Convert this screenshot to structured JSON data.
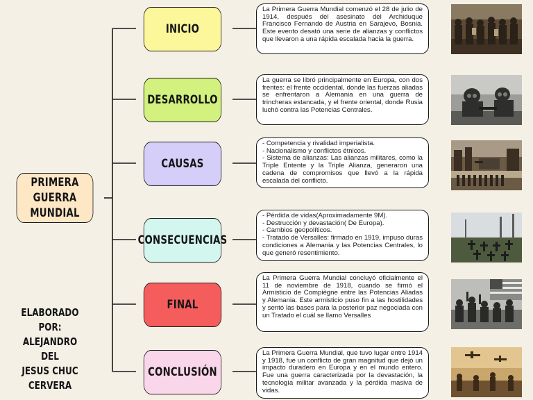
{
  "root": {
    "title": "PRIMERA GUERRA MUNDIAL",
    "color": "#fde7c5"
  },
  "branches": [
    {
      "label": "INICIO",
      "color": "#fbf79a",
      "text": [
        "La Primera Guerra Mundial comenzó el 28 de julio de 1914, después del asesinato del Archiduque Francisco Fernando de Austria en Sarajevo, Bosnia. Este evento desató una serie de alianzas y conflictos que llevaron a una rápida escalada hacia la guerra."
      ],
      "image": "soldiers-group-photo"
    },
    {
      "label": "DESARROLLO",
      "color": "#d3f17e",
      "text": [
        "La guerra se libró principalmente en Europa, con dos frentes: el frente occidental, donde las fuerzas aliadas se enfrentaron a Alemania en una guerra de trincheras estancada, y el frente oriental, donde Rusia luchó contra las Potencias Centrales."
      ],
      "image": "gas-mask-soldiers-photo"
    },
    {
      "label": "CAUSAS",
      "color": "#d4cef8",
      "text": [
        "- Competencia y rivalidad imperialista.",
        "- Nacionalismo y conflictos étnicos.",
        "- Sistema de alianzas: Las alianzas militares, como la Triple Entente y la Triple Alianza, generaron una cadena de compromisos que llevó a la rápida escalada del conflicto."
      ],
      "image": "military-parade-photo"
    },
    {
      "label": "CONSECUENCIAS",
      "color": "#d3f7ee",
      "text": [
        "- Pérdida de vidas(Aproximadamente 9M).",
        "- Destrucción y devastación( De Europa).",
        "- Cambios geopolíticos.",
        "- Tratado de Versalles: firmado en 1919, impuso duras condiciones a Alemania y las Potencias Centrales, lo que generó resentimiento."
      ],
      "image": "war-cemetery-photo"
    },
    {
      "label": "FINAL",
      "color": "#f55d5d",
      "text": [
        "La Primera Guerra Mundial concluyó oficialmente el 11 de noviembre de 1918, cuando se firmó el Armisticio de Compiègne entre las Potencias Aliadas y Alemania. Este armisticio puso fin a las hostilidades y sentó las bases para la posterior paz negociada con un Tratado el cuál se llamo Versalles"
      ],
      "image": "celebrating-soldiers-flag-photo"
    },
    {
      "label": "CONCLUSIÓN",
      "color": "#fad6ea",
      "text": [
        "La Primera Guerra Mundial, que tuvo lugar entre 1914 y 1918, fue un conflicto de gran magnitud que dejó un impacto duradero en Europa y en el mundo entero. Fue una guerra caracterizada por la devastación, la tecnología militar avanzada y la pérdida masiva de vidas."
      ],
      "image": "battlefield-planes-sepia-photo"
    }
  ],
  "author": [
    "ELABORADO POR:",
    "ALEJANDRO DEL",
    "JESUS CHUC",
    "CERVERA"
  ]
}
